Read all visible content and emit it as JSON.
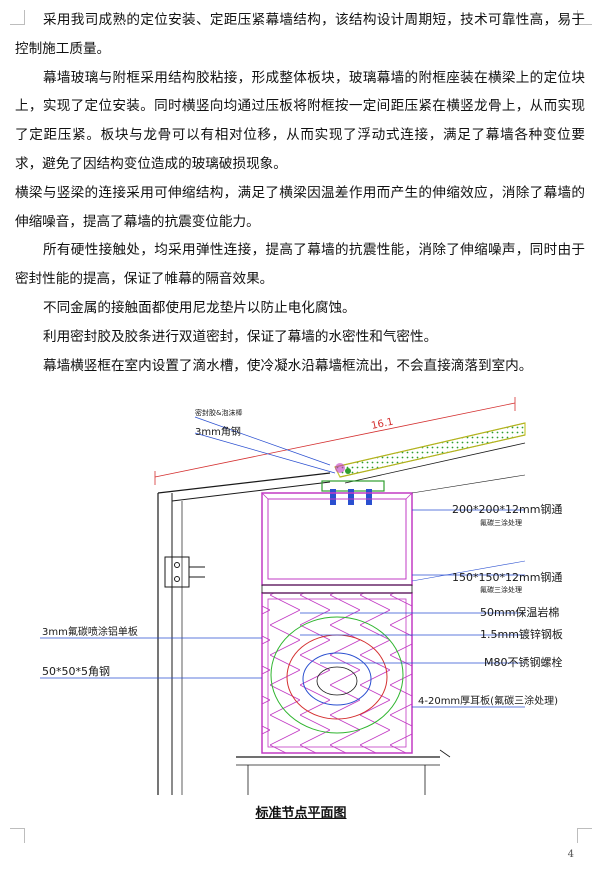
{
  "paragraphs": [
    {
      "text": "采用我司成熟的定位安装、定距压紧幕墙结构，该结构设计周期短，技术可靠性高，易于控制施工质量。",
      "indent": true
    },
    {
      "text": "幕墙玻璃与附框采用结构胶粘接，形成整体板块，玻璃幕墙的附框座装在横梁上的定位块上，实现了定位安装。同时横竖向均通过压板将附框按一定间距压紧在横竖龙骨上，从而实现了定距压紧。板块与龙骨可以有相对位移，从而实现了浮动式连接，满足了幕墙各种变位要求，避免了因结构变位造成的玻璃破损现象。",
      "indent": true
    },
    {
      "text": "横梁与竖梁的连接采用可伸缩结构，满足了横梁因温差作用而产生的伸缩效应，消除了幕墙的伸缩噪音，提高了幕墙的抗震变位能力。",
      "indent": false
    },
    {
      "text": "所有硬性接触处，均采用弹性连接，提高了幕墙的抗震性能，消除了伸缩噪声，同时由于密封性能的提高，保证了帷幕的隔音效果。",
      "indent": true
    },
    {
      "text": "不同金属的接触面都使用尼龙垫片以防止电化腐蚀。",
      "indent": true
    },
    {
      "text": "利用密封胶及胶条进行双道密封，保证了幕墙的水密性和气密性。",
      "indent": true
    },
    {
      "text": "幕墙横竖框在室内设置了滴水槽，使冷凝水沿幕墙框流出，不会直接滴落到室内。",
      "indent": true
    }
  ],
  "drawing": {
    "labels": {
      "sealant": "密封胶&泡沫棒",
      "angle_3mm": "3mm角钢",
      "tube_200": "200*200*12mm钢通",
      "tube_200_note": "氟碳三涂处理",
      "tube_150": "150*150*12mm钢通",
      "tube_150_note": "氟碳三涂处理",
      "insulation": "50mm保温岩棉",
      "plate_15": "1.5mm镀锌钢板",
      "bolt": "M80不锈钢螺栓",
      "plate_3mm": "3mm氟碳喷涂铝单板",
      "angle_50": "50*50*5角钢",
      "plate_4_20": "4-20mm厚耳板(氟碳三涂处理)",
      "dim_top": "16.1"
    },
    "colors": {
      "line": "#1a1a1a",
      "glass": "#c8c837",
      "glass_dots": "#2f9e2f",
      "steel": "#c23bc4",
      "insulation": "#c23bc4",
      "dimension": "#d43030",
      "callout": "#2a4fd0",
      "contour_green": "#2fb52f",
      "contour_red": "#d43030"
    }
  },
  "caption": "标准节点平面图",
  "page_number": "4"
}
